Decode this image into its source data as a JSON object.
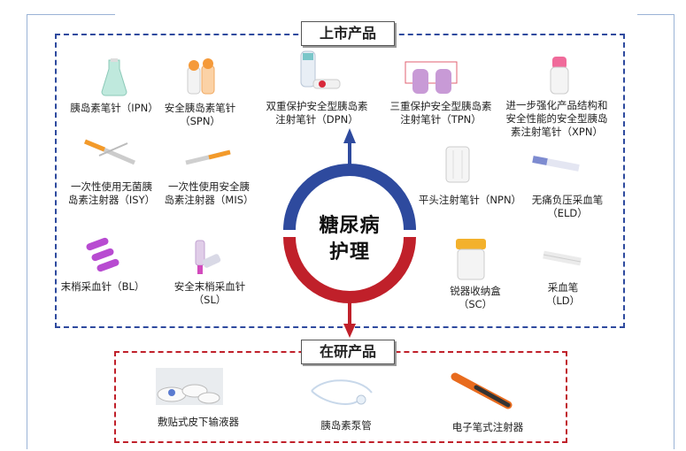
{
  "top_section": {
    "title": "上市产品"
  },
  "bottom_section": {
    "title": "在研产品"
  },
  "center": {
    "line1": "糖尿病",
    "line2": "护理"
  },
  "marketed_products": [
    {
      "label": "胰岛素笔针（IPN）"
    },
    {
      "label": "安全胰岛素笔针\n（SPN）"
    },
    {
      "label": "双重保护安全型胰岛素\n注射笔针（DPN）"
    },
    {
      "label": "三重保护安全型胰岛素\n注射笔针（TPN）"
    },
    {
      "label": "进一步强化产品结构和\n安全性能的安全型胰岛\n素注射笔针（XPN）"
    },
    {
      "label": "一次性使用无菌胰\n岛素注射器（ISY）"
    },
    {
      "label": "一次性使用安全胰\n岛素注射器（MIS）"
    },
    {
      "label": "平头注射笔针（NPN）"
    },
    {
      "label": "无痛负压采血笔\n（ELD）"
    },
    {
      "label": "末梢采血针（BL）"
    },
    {
      "label": "安全末梢采血针\n（SL）"
    },
    {
      "label": "锐器收纳盒\n（SC）"
    },
    {
      "label": "采血笔\n（LD）"
    }
  ],
  "pipeline_products": [
    {
      "label": "敷贴式皮下输液器"
    },
    {
      "label": "胰岛素泵管"
    },
    {
      "label": "电子笔式注射器"
    }
  ],
  "colors": {
    "blue": "#2e4a9e",
    "red": "#c0202a",
    "frame": "#9ab3d6"
  }
}
